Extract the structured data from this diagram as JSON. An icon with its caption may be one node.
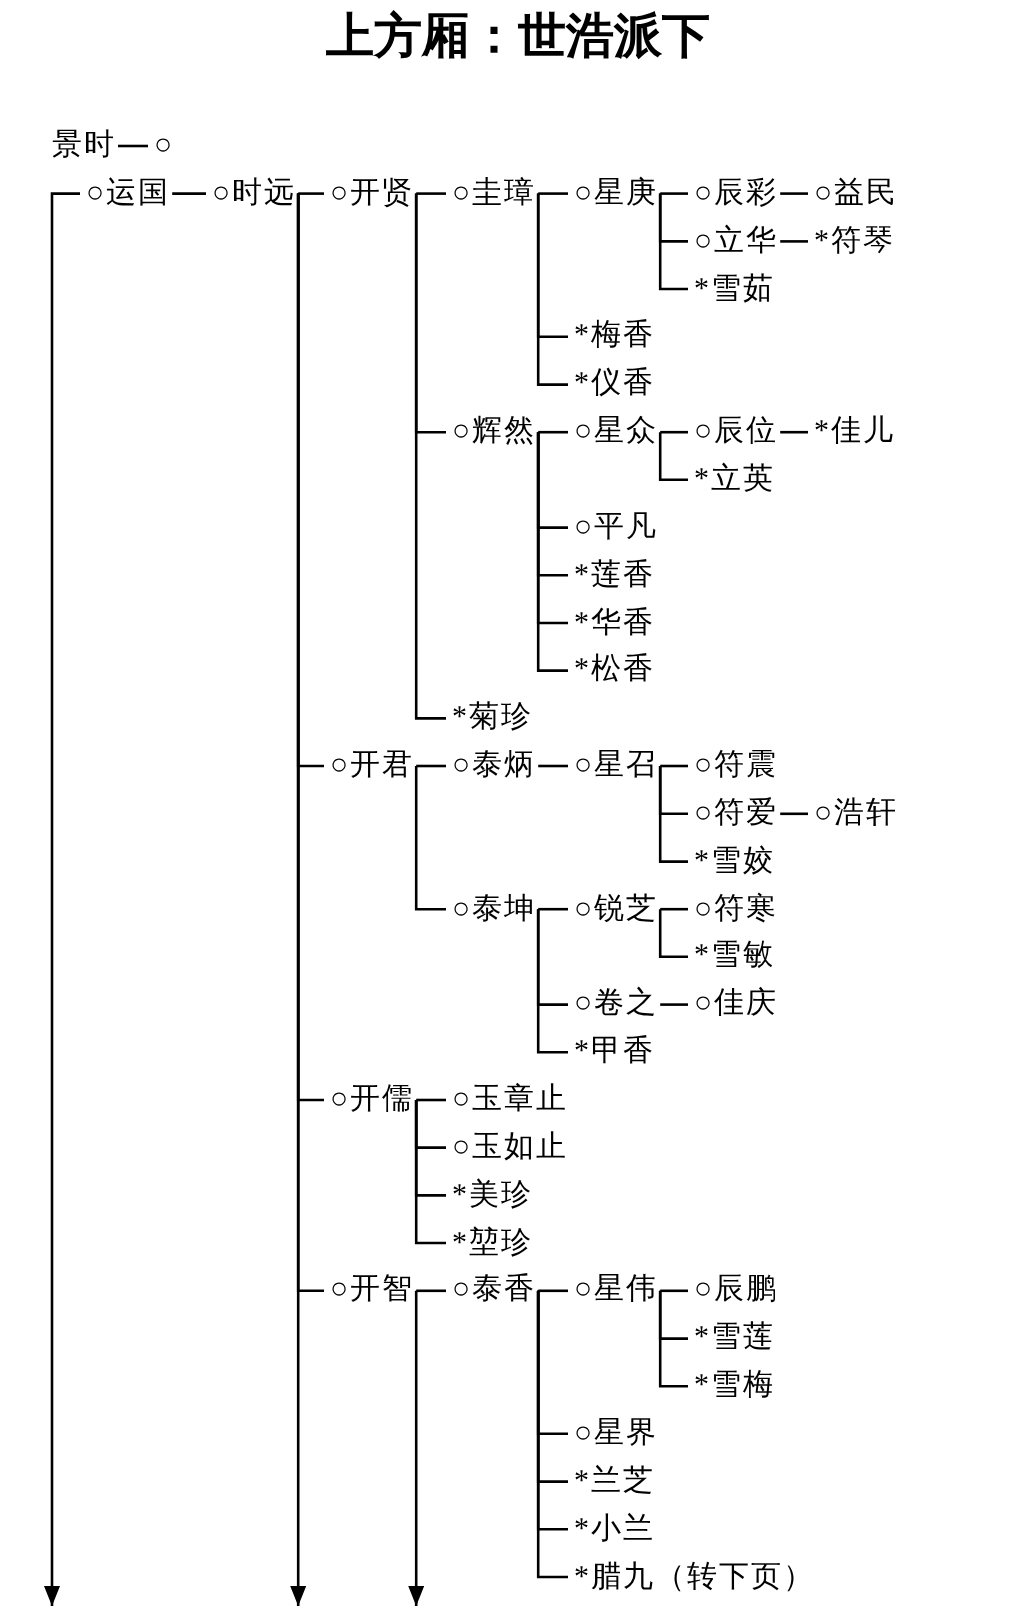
{
  "diagram": {
    "title": "上方厢：世浩派下",
    "nodes": [
      {
        "text": [
          "景时"
        ]
      },
      {
        "text": [
          "○"
        ]
      },
      {
        "text": [
          "○运国"
        ]
      },
      {
        "text": [
          "○时远"
        ]
      },
      {
        "text": [
          "○开贤"
        ]
      },
      {
        "text": [
          "○圭璋"
        ]
      },
      {
        "text": [
          "○星庚"
        ]
      },
      {
        "text": [
          "○辰彩"
        ]
      },
      {
        "text": [
          "○益民"
        ]
      },
      {
        "text": [
          "○立华"
        ]
      },
      {
        "text": [
          "*符琴"
        ]
      },
      {
        "text": [
          "*雪茹"
        ]
      },
      {
        "text": [
          "*梅香"
        ]
      },
      {
        "text": [
          "*仪香"
        ]
      },
      {
        "text": [
          "○辉然"
        ]
      },
      {
        "text": [
          "○星众"
        ]
      },
      {
        "text": [
          "○辰位"
        ]
      },
      {
        "text": [
          "*佳儿"
        ]
      },
      {
        "text": [
          "*立英"
        ]
      },
      {
        "text": [
          "○平凡"
        ]
      },
      {
        "text": [
          "*莲香"
        ]
      },
      {
        "text": [
          "*华香"
        ]
      },
      {
        "text": [
          "*松香"
        ]
      },
      {
        "text": [
          "*菊珍"
        ]
      },
      {
        "text": [
          "○开君"
        ]
      },
      {
        "text": [
          "○泰炳"
        ]
      },
      {
        "text": [
          "○星召"
        ]
      },
      {
        "text": [
          "○符震"
        ]
      },
      {
        "text": [
          "○符爱"
        ]
      },
      {
        "text": [
          "○浩轩"
        ]
      },
      {
        "text": [
          "*雪姣"
        ]
      },
      {
        "text": [
          "○泰坤"
        ]
      },
      {
        "text": [
          "○锐芝"
        ]
      },
      {
        "text": [
          "○符寒"
        ]
      },
      {
        "text": [
          "*雪敏"
        ]
      },
      {
        "text": [
          "○卷之"
        ]
      },
      {
        "text": [
          "○佳庆"
        ]
      },
      {
        "text": [
          "*甲香"
        ]
      },
      {
        "text": [
          "○开儒"
        ]
      },
      {
        "text": [
          "○玉章止"
        ]
      },
      {
        "text": [
          "○玉如止"
        ]
      },
      {
        "text": [
          "*美珍"
        ]
      },
      {
        "text": [
          "*堃珍"
        ]
      },
      {
        "text": [
          "○开智"
        ]
      },
      {
        "text": [
          "○泰香"
        ]
      },
      {
        "text": [
          "○星伟"
        ]
      },
      {
        "text": [
          "○辰鹏"
        ]
      },
      {
        "text": [
          "*雪莲"
        ]
      },
      {
        "text": [
          "*雪梅"
        ]
      },
      {
        "text": [
          "○星界"
        ]
      },
      {
        "text": [
          "*兰芝"
        ]
      },
      {
        "text": [
          "*小兰"
        ]
      },
      {
        "text": [
          "*腊九（转下页）"
        ]
      }
    ],
    "edges": [
      {
        "from": 0,
        "to": 1,
        "arrow": "none"
      },
      {
        "from": 2,
        "to": null,
        "arrow": "to"
      },
      {
        "from": 2,
        "to": 3,
        "arrow": "none"
      },
      {
        "from": 3,
        "to": 4,
        "arrow": "none"
      },
      {
        "from": 4,
        "to": 5,
        "arrow": "none"
      },
      {
        "from": 5,
        "to": 6,
        "arrow": "none"
      },
      {
        "from": 6,
        "to": 7,
        "arrow": "none"
      },
      {
        "from": 7,
        "to": 8,
        "arrow": "none"
      },
      {
        "from": 6,
        "to": 9,
        "arrow": "none"
      },
      {
        "from": 9,
        "to": 10,
        "arrow": "none"
      },
      {
        "from": 6,
        "to": 11,
        "arrow": "none"
      },
      {
        "from": 5,
        "to": 12,
        "arrow": "none"
      },
      {
        "from": 5,
        "to": 13,
        "arrow": "none"
      },
      {
        "from": 4,
        "to": 14,
        "arrow": "none"
      },
      {
        "from": 14,
        "to": 15,
        "arrow": "none"
      },
      {
        "from": 15,
        "to": 16,
        "arrow": "none"
      },
      {
        "from": 16,
        "to": 17,
        "arrow": "none"
      },
      {
        "from": 15,
        "to": 18,
        "arrow": "none"
      },
      {
        "from": 14,
        "to": 19,
        "arrow": "none"
      },
      {
        "from": 14,
        "to": 20,
        "arrow": "none"
      },
      {
        "from": 14,
        "to": 21,
        "arrow": "none"
      },
      {
        "from": 14,
        "to": 22,
        "arrow": "none"
      },
      {
        "from": 4,
        "to": 23,
        "arrow": "none"
      },
      {
        "from": 3,
        "to": 24,
        "arrow": "none"
      },
      {
        "from": 24,
        "to": 25,
        "arrow": "none"
      },
      {
        "from": 25,
        "to": 26,
        "arrow": "none"
      },
      {
        "from": 26,
        "to": 27,
        "arrow": "none"
      },
      {
        "from": 26,
        "to": 28,
        "arrow": "none"
      },
      {
        "from": 28,
        "to": 29,
        "arrow": "none"
      },
      {
        "from": 26,
        "to": 30,
        "arrow": "none"
      },
      {
        "from": 24,
        "to": 31,
        "arrow": "none"
      },
      {
        "from": 31,
        "to": 32,
        "arrow": "none"
      },
      {
        "from": 32,
        "to": 33,
        "arrow": "none"
      },
      {
        "from": 32,
        "to": 34,
        "arrow": "none"
      },
      {
        "from": 31,
        "to": 35,
        "arrow": "none"
      },
      {
        "from": 35,
        "to": 36,
        "arrow": "none"
      },
      {
        "from": 31,
        "to": 37,
        "arrow": "none"
      },
      {
        "from": 3,
        "to": 38,
        "arrow": "none"
      },
      {
        "from": 38,
        "to": 39,
        "arrow": "none"
      },
      {
        "from": 38,
        "to": 40,
        "arrow": "none"
      },
      {
        "from": 38,
        "to": 41,
        "arrow": "none"
      },
      {
        "from": 38,
        "to": 42,
        "arrow": "none"
      },
      {
        "from": 3,
        "to": 43,
        "arrow": "none"
      },
      {
        "from": 43,
        "to": 44,
        "arrow": "none"
      },
      {
        "from": 44,
        "to": 45,
        "arrow": "none"
      },
      {
        "from": 45,
        "to": 46,
        "arrow": "none"
      },
      {
        "from": 45,
        "to": 47,
        "arrow": "none"
      },
      {
        "from": 45,
        "to": 48,
        "arrow": "none"
      },
      {
        "from": 44,
        "to": 49,
        "arrow": "none"
      },
      {
        "from": 44,
        "to": 50,
        "arrow": "none"
      },
      {
        "from": 44,
        "to": 51,
        "arrow": "none"
      },
      {
        "from": 44,
        "to": 52,
        "arrow": "none"
      },
      {
        "from": 3,
        "to": null,
        "arrow": "to"
      },
      {
        "from": 43,
        "to": null,
        "arrow": "to"
      }
    ]
  }
}
